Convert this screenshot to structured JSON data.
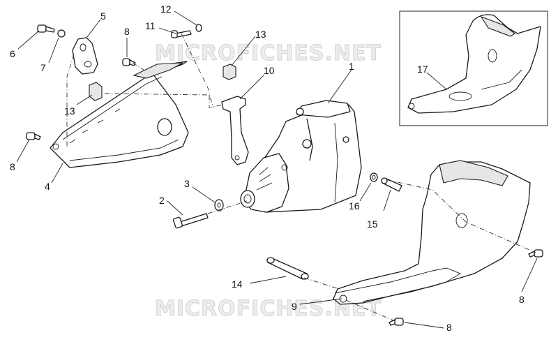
{
  "watermark": "MICROFICHES.NET",
  "callouts": {
    "c1": "1",
    "c2": "2",
    "c3": "3",
    "c4": "4",
    "c5": "5",
    "c6": "6",
    "c7": "7",
    "c8a": "8",
    "c8b": "8",
    "c8c": "8",
    "c8d": "8",
    "c9": "9",
    "c10": "10",
    "c11": "11",
    "c12": "12",
    "c13a": "13",
    "c13b": "13",
    "c14": "14",
    "c15": "15",
    "c16": "16",
    "c17": "17"
  }
}
